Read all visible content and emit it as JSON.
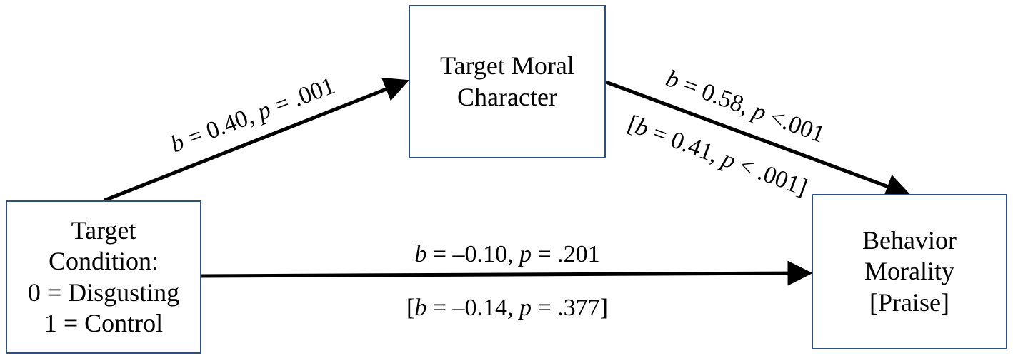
{
  "nodes": {
    "mediator": {
      "lines": [
        "Target Moral",
        "Character"
      ]
    },
    "predictor": {
      "lines": [
        "Target",
        "Condition:",
        "0 = Disgusting",
        "1 = Control"
      ]
    },
    "outcome": {
      "lines": [
        "Behavior",
        "Morality",
        "[Praise]"
      ]
    }
  },
  "paths": {
    "a": {
      "b_symbol": "b",
      "b_value": " = 0.40, ",
      "p_symbol": "p",
      "p_value": " = .001"
    },
    "b": {
      "b_symbol": "b",
      "b_value": " = 0.58, ",
      "p_symbol": "p",
      "p_value": " <.001"
    },
    "b_bracket": {
      "open": "[",
      "b_symbol": "b",
      "b_value": " = 0.41, ",
      "p_symbol": "p",
      "p_value": " < .001]"
    },
    "c": {
      "b_symbol": "b",
      "b_value": " = –0.10, ",
      "p_symbol": "p",
      "p_value": " = .201"
    },
    "c_bracket": {
      "open": "[",
      "b_symbol": "b",
      "b_value": " = –0.14, ",
      "p_symbol": "p",
      "p_value": " = .377]"
    }
  },
  "colors": {
    "box_border": "#2f4f80",
    "arrow": "#000000",
    "text": "#000000"
  }
}
